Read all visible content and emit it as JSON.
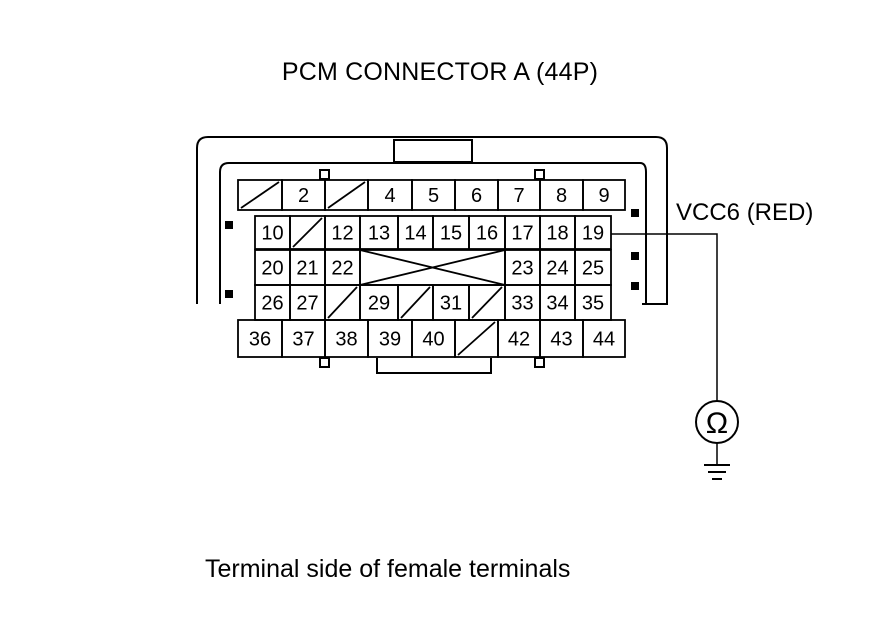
{
  "title": "PCM CONNECTOR A (44P)",
  "caption": "Terminal side of female terminals",
  "wire_label": "VCC6 (RED)",
  "meter_symbol": "Ω",
  "meter_icon": "ohmmeter-icon",
  "ground_icon": "ground-icon",
  "probe_terminal": "19",
  "connector": {
    "row1": [
      "",
      "2",
      "",
      "4",
      "5",
      "6",
      "7",
      "8",
      "9"
    ],
    "row2": [
      "10",
      "",
      "12",
      "13",
      "14",
      "15",
      "16",
      "17",
      "18",
      "19"
    ],
    "row3": [
      "20",
      "21",
      "22",
      "",
      "23",
      "24",
      "25"
    ],
    "row4": [
      "26",
      "27",
      "",
      "29",
      "",
      "31",
      "",
      "33",
      "34",
      "35"
    ],
    "row5": [
      "36",
      "37",
      "38",
      "39",
      "40",
      "",
      "42",
      "43",
      "44"
    ]
  }
}
